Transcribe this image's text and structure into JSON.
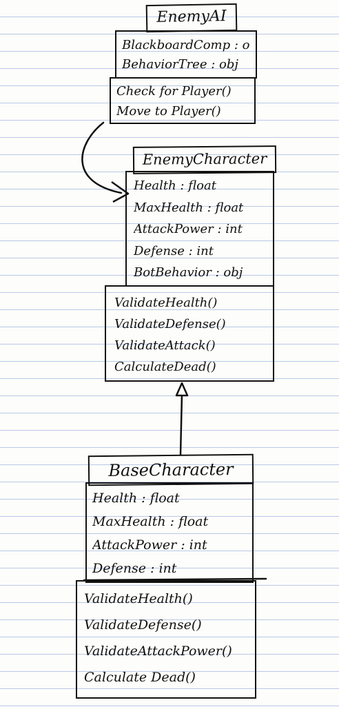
{
  "enemy_ai": {
    "title": "EnemyAI",
    "attributes": [
      "BlackboardComp : obj",
      "BehaviorTree : obj"
    ],
    "methods": [
      "Check for Player()",
      "Move to Player()"
    ]
  },
  "enemy_character": {
    "title": "EnemyCharacter",
    "attributes": [
      "Health : float",
      "MaxHealth : float",
      "AttackPower : int",
      "Defense : int",
      "BotBehavior : obj"
    ],
    "methods": [
      "ValidateHealth()",
      "ValidateDefense()",
      "ValidateAttack()",
      "CalculateDead()"
    ]
  },
  "base_character": {
    "title": "BaseCharacter",
    "attributes": [
      "Health : float",
      "MaxHealth : float",
      "AttackPower : int",
      "Defense : int"
    ],
    "methods": [
      "ValidateHealth()",
      "ValidateDefense()",
      "ValidateAttackPower()",
      "Calculate Dead()"
    ]
  },
  "colors": {
    "ink": "#111111",
    "paper": "#fdfdfb",
    "ruled_line": "#b9c9e6"
  }
}
